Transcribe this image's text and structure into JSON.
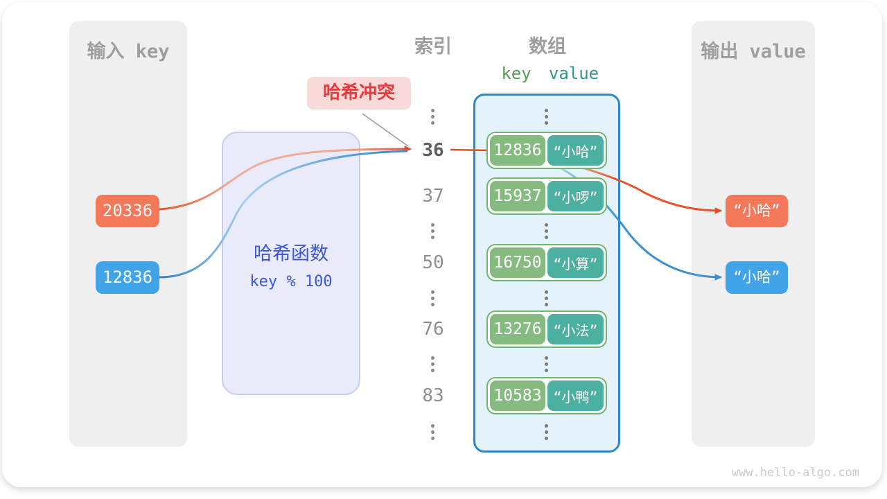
{
  "headers": {
    "input_title": "输入 key",
    "index_title": "索引",
    "array_title": "数组",
    "output_title": "输出 value",
    "key_col": "key",
    "value_col": "value"
  },
  "collision": {
    "label": "哈希冲突"
  },
  "hash_function": {
    "name": "哈希函数",
    "formula": "key % 100"
  },
  "inputs": [
    {
      "key": "20336",
      "color": "#F4795B"
    },
    {
      "key": "12836",
      "color": "#41A3E8"
    }
  ],
  "indices": [
    "36",
    "37",
    "50",
    "76",
    "83"
  ],
  "array": {
    "rows": [
      {
        "key": "12836",
        "value": "“小哈”"
      },
      {
        "key": "15937",
        "value": "“小啰”"
      },
      {
        "key": "16750",
        "value": "“小算”"
      },
      {
        "key": "13276",
        "value": "“小法”"
      },
      {
        "key": "10583",
        "value": "“小鸭”"
      }
    ]
  },
  "outputs": [
    {
      "value": "“小哈”",
      "color": "#F4795B"
    },
    {
      "value": "“小哈”",
      "color": "#41A3E8"
    }
  ],
  "watermark": "www.hello-algo.com",
  "colors": {
    "orange_box": "#F4795B",
    "blue_box": "#41A3E8",
    "orange_stroke": "#E0512B",
    "blue_stroke": "#2F80C5",
    "key_green": "#85BB80",
    "value_teal": "#4BB0A0",
    "pill_border": "#6FB56D",
    "array_border": "#2E86C8",
    "array_bg": "#E4F2FC",
    "hash_bg": "#E9EBFB",
    "hash_border": "#C8CDF3",
    "hash_text": "#3D56D7",
    "collision_bg": "#F9DAD8",
    "collision_text": "#E23C3F",
    "panel_bg": "#EFEFEF",
    "heading_gray": "#9E9E9E",
    "key_header_green": "#569A5B",
    "value_header_teal": "#33948C"
  }
}
